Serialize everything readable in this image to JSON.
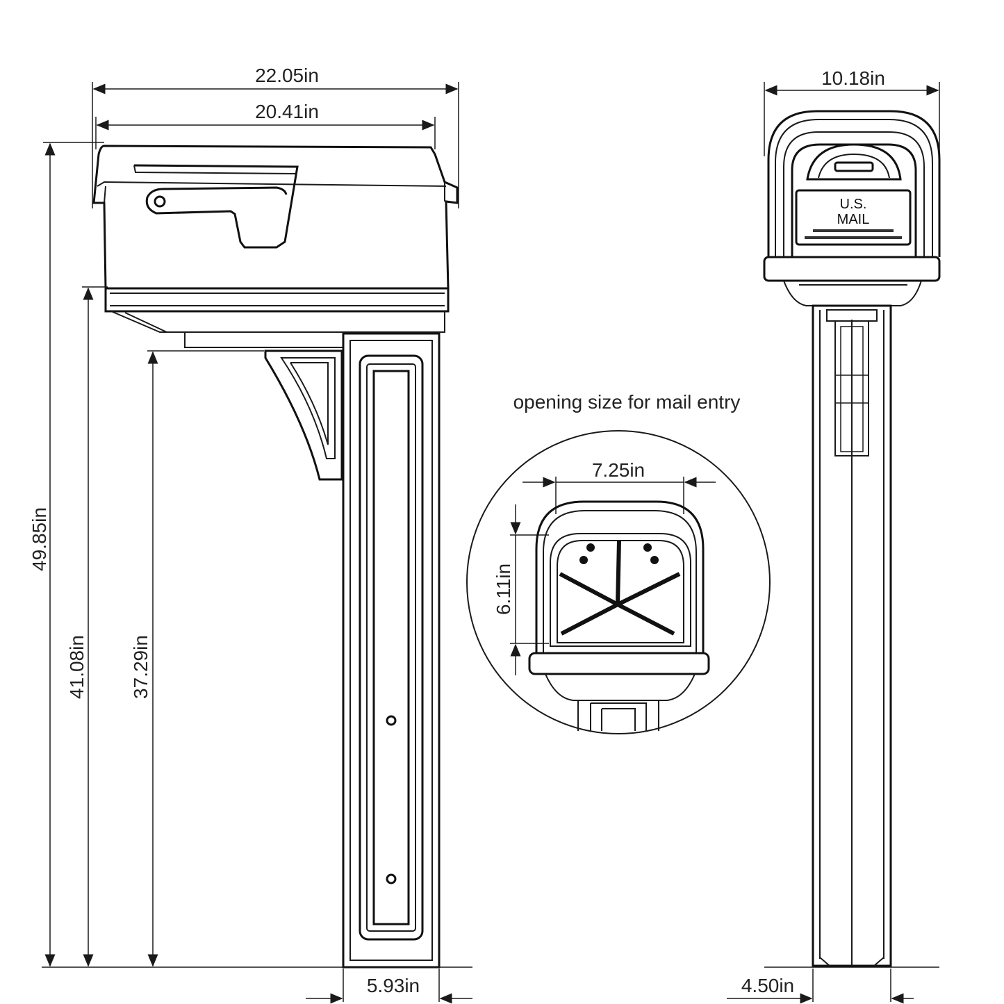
{
  "side_view": {
    "overall_length": "22.05in",
    "body_length": "20.41in",
    "overall_height": "49.85in",
    "post_to_base_height": "41.08in",
    "bracket_height": "37.29in",
    "post_width": "5.93in"
  },
  "front_view": {
    "overall_width": "10.18in",
    "post_width": "4.50in",
    "plate_line1": "U.S.",
    "plate_line2": "MAIL"
  },
  "detail": {
    "caption": "opening size for mail entry",
    "opening_width": "7.25in",
    "opening_height": "6.11in"
  }
}
